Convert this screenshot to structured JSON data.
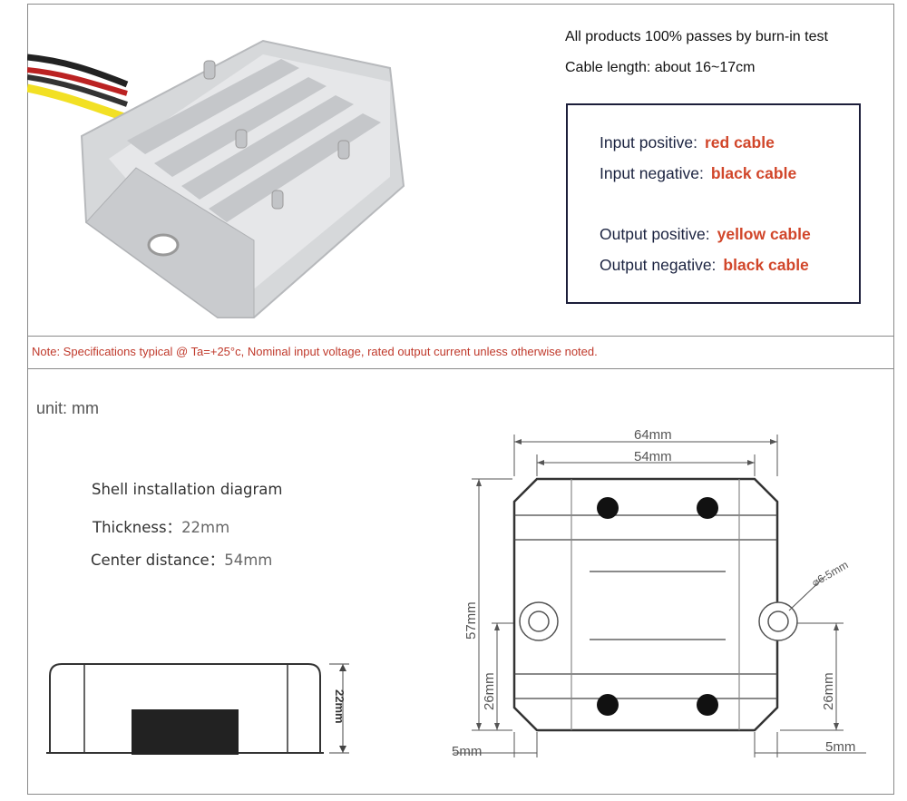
{
  "header": {
    "burnin_text": "All products 100% passes by burn-in test",
    "cable_length_text": "Cable length: about 16~17cm"
  },
  "cable_box": {
    "rows": [
      {
        "label": "Input positive:",
        "value": "red cable"
      },
      {
        "label": "Input negative:",
        "value": "black cable"
      },
      {
        "label": "Output positive:",
        "value": "yellow cable"
      },
      {
        "label": "Output negative:",
        "value": "black cable"
      }
    ]
  },
  "note": "Note: Specifications typical @ Ta=+25°c, Nominal input voltage, rated output current unless otherwise noted.",
  "diagram": {
    "unit": "unit: mm",
    "title": "Shell installation diagram",
    "thickness_label": "Thickness：",
    "thickness_value": "22mm",
    "center_label": "Center distance：",
    "center_value": "54mm",
    "dims": {
      "width_outer": "64mm",
      "width_inner": "54mm",
      "height": "57mm",
      "hole_left": "26mm",
      "hole_right": "26mm",
      "margin_left": "5mm",
      "margin_right": "5mm",
      "hole_dia": "⌀6.5mm",
      "side_thickness": "22mm"
    }
  },
  "colors": {
    "accent_red": "#d1462a",
    "box_border": "#1c1e3a",
    "note_red": "#c0392b"
  }
}
